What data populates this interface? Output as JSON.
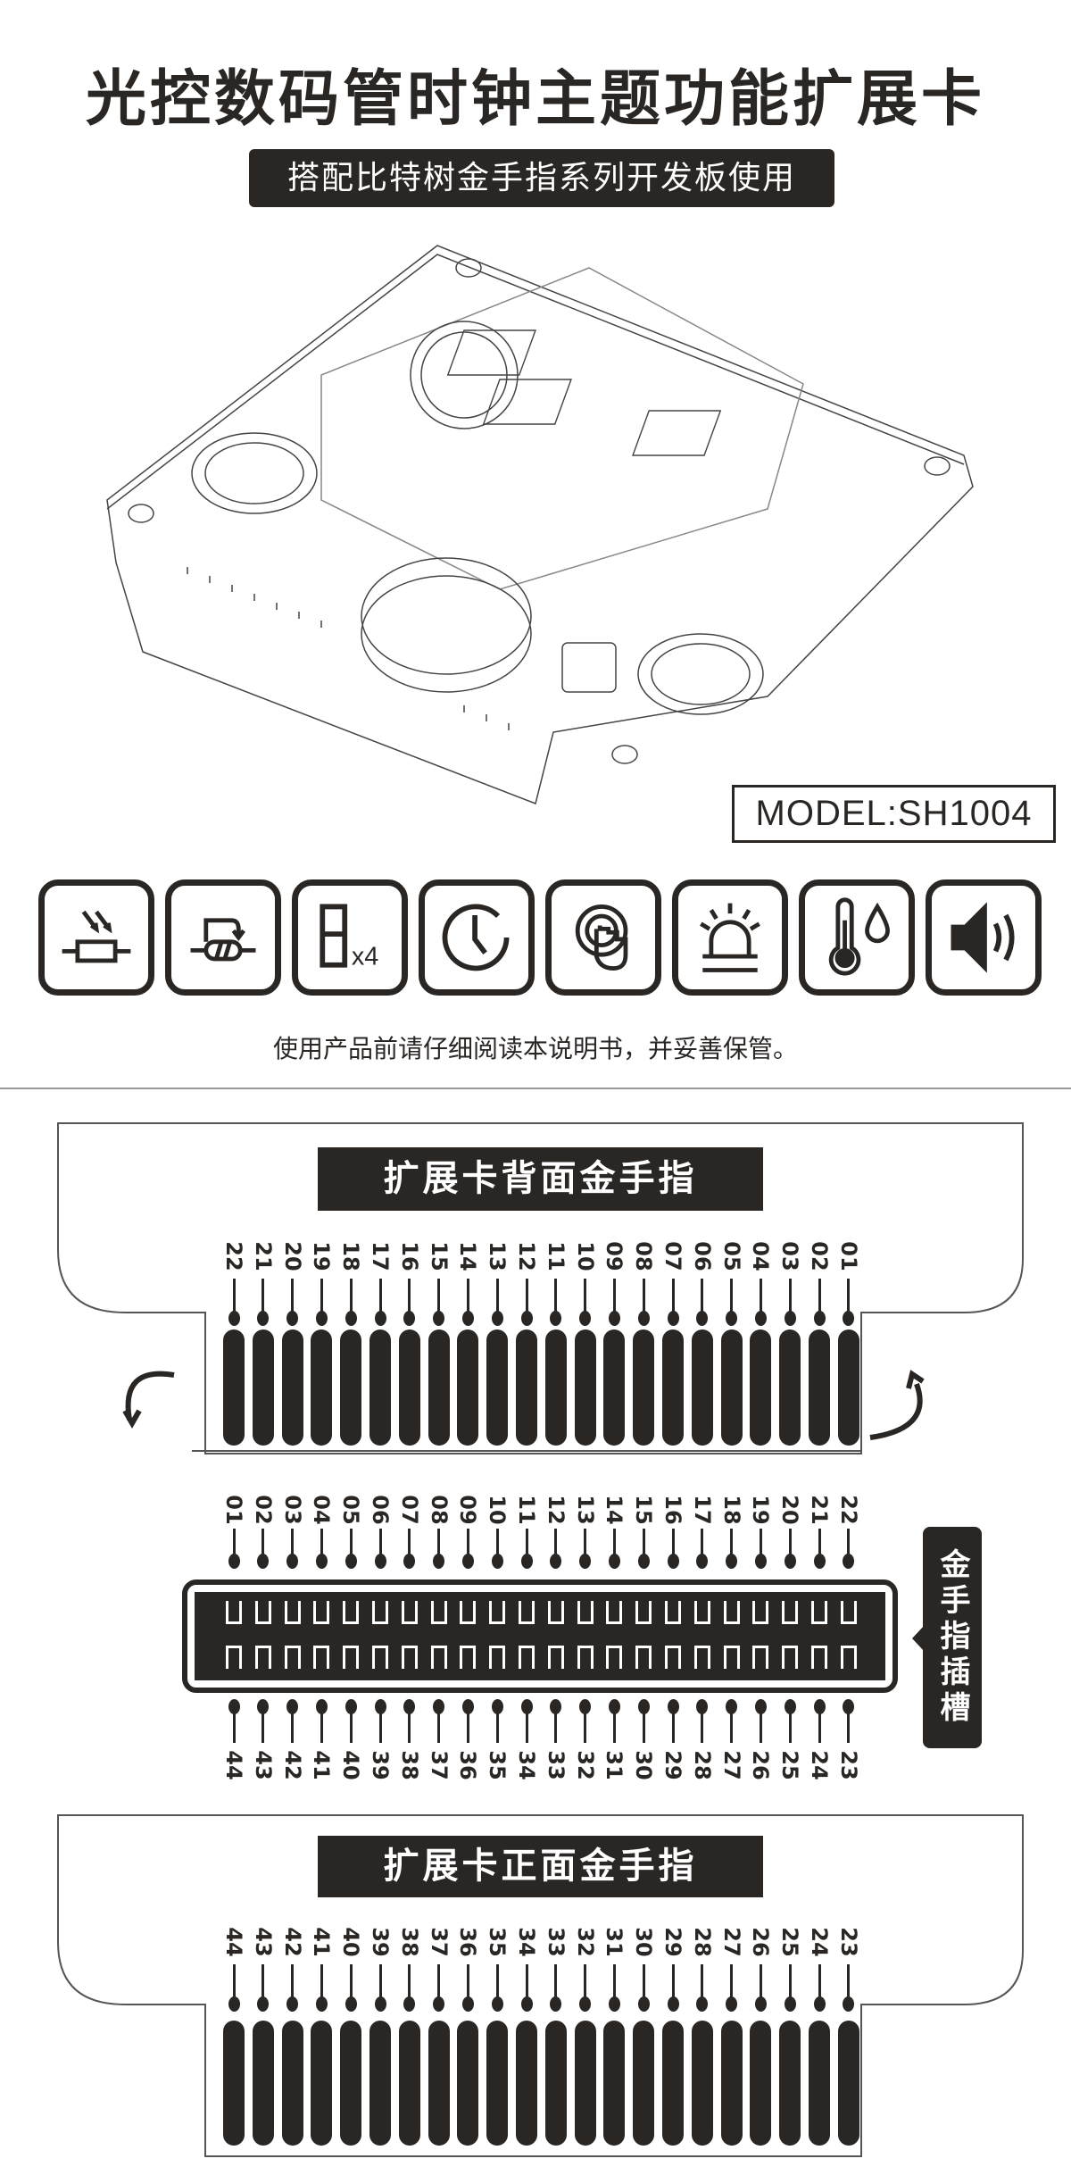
{
  "header": {
    "title": "光控数码管时钟主题功能扩展卡",
    "subtitle": "搭配比特树金手指系列开发板使用"
  },
  "model": "MODEL:SH1004",
  "features": [
    {
      "icon": "photoresistor-icon"
    },
    {
      "icon": "thermistor-icon"
    },
    {
      "icon": "seven-segment-x4-icon",
      "label": "x4"
    },
    {
      "icon": "clock-icon"
    },
    {
      "icon": "touch-icon"
    },
    {
      "icon": "alarm-light-icon"
    },
    {
      "icon": "temperature-humidity-icon"
    },
    {
      "icon": "speaker-icon"
    }
  ],
  "notice": "使用产品前请仔细阅读本说明书，并妥善保管。",
  "back_card": {
    "title": "扩展卡背面金手指",
    "pins": [
      "22",
      "21",
      "20",
      "19",
      "18",
      "17",
      "16",
      "15",
      "14",
      "13",
      "12",
      "11",
      "10",
      "09",
      "08",
      "07",
      "06",
      "05",
      "04",
      "03",
      "02",
      "01"
    ]
  },
  "slot": {
    "label": "金手指插槽",
    "top_pins": [
      "01",
      "02",
      "03",
      "04",
      "05",
      "06",
      "07",
      "08",
      "09",
      "10",
      "11",
      "12",
      "13",
      "14",
      "15",
      "16",
      "17",
      "18",
      "19",
      "20",
      "21",
      "22"
    ],
    "bottom_pins": [
      "44",
      "43",
      "42",
      "41",
      "40",
      "39",
      "38",
      "37",
      "36",
      "35",
      "34",
      "33",
      "32",
      "31",
      "30",
      "29",
      "28",
      "27",
      "26",
      "25",
      "24",
      "23"
    ]
  },
  "front_card": {
    "title": "扩展卡正面金手指",
    "pins": [
      "44",
      "43",
      "42",
      "41",
      "40",
      "39",
      "38",
      "37",
      "36",
      "35",
      "34",
      "33",
      "32",
      "31",
      "30",
      "29",
      "28",
      "27",
      "26",
      "25",
      "24",
      "23"
    ]
  }
}
